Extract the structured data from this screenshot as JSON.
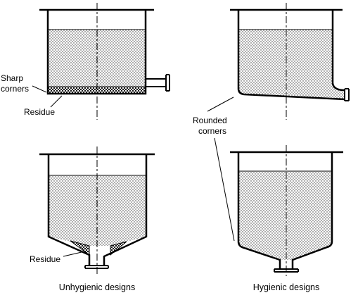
{
  "labels": {
    "sharp_line1": "Sharp",
    "sharp_line2": "corners",
    "residue_top": "Residue",
    "residue_bottom": "Residue",
    "rounded_line1": "Rounded",
    "rounded_line2": "corners"
  },
  "captions": {
    "left": "Unhygienic designs",
    "right": "Hygienic designs"
  },
  "colors": {
    "line": "#000000",
    "dot": "#3a3a3a",
    "background": "#ffffff"
  }
}
